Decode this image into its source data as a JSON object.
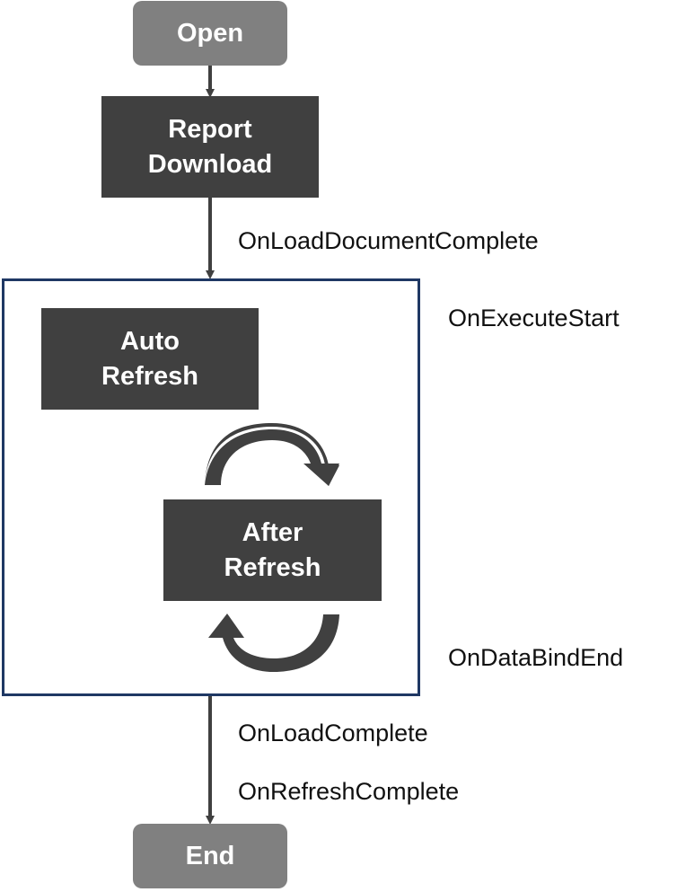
{
  "nodes": {
    "open": "Open",
    "report_download": "Report\nDownload",
    "auto_refresh": "Auto\nRefresh",
    "after_refresh": "After\nRefresh",
    "end": "End"
  },
  "events": {
    "on_load_document_complete": "OnLoadDocumentComplete",
    "on_execute_start": "OnExecuteStart",
    "on_data_bind_end": "OnDataBindEnd",
    "on_load_complete": "OnLoadComplete",
    "on_refresh_complete": "OnRefreshComplete"
  },
  "colors": {
    "terminal": "#808080",
    "process": "#404040",
    "group_border": "#1f3864",
    "connector": "#404040"
  }
}
